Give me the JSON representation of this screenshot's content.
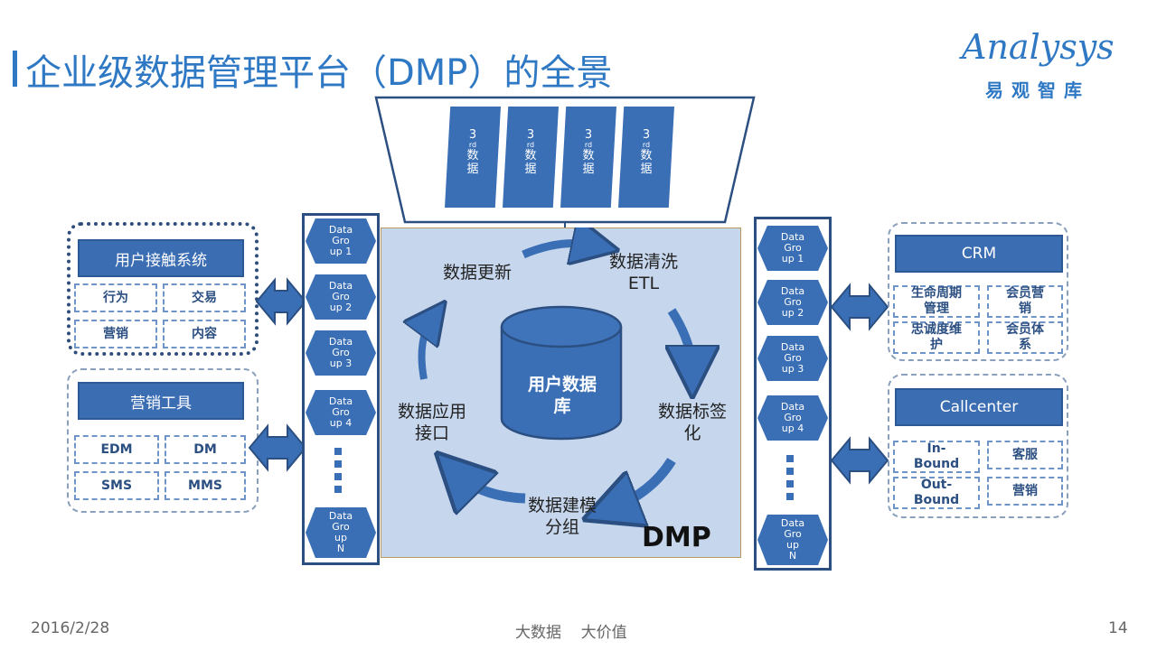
{
  "title": "企业级数据管理平台（DMP）的全景",
  "logo": {
    "en": "Analysys",
    "cn": "易观智库"
  },
  "third_party": {
    "items": [
      {
        "sup": "3",
        "sub": "rd",
        "l1": "数",
        "l2": "据"
      },
      {
        "sup": "3",
        "sub": "rd",
        "l1": "数",
        "l2": "据"
      },
      {
        "sup": "3",
        "sub": "rd",
        "l1": "数",
        "l2": "据"
      },
      {
        "sup": "3",
        "sub": "rd",
        "l1": "数",
        "l2": "据"
      }
    ]
  },
  "left_groups": {
    "touch": {
      "header": "用户接触系统",
      "cells": [
        "行为",
        "交易",
        "营销",
        "内容"
      ]
    },
    "marketing": {
      "header": "营销工具",
      "cells": [
        "EDM",
        "DM",
        "SMS",
        "MMS"
      ]
    }
  },
  "left_column": {
    "groups": [
      {
        "l1": "Data",
        "l2": "Gro",
        "l3": "up 1"
      },
      {
        "l1": "Data",
        "l2": "Gro",
        "l3": "up 2"
      },
      {
        "l1": "Data",
        "l2": "Gro",
        "l3": "up 3"
      },
      {
        "l1": "Data",
        "l2": "Gro",
        "l3": "up 4"
      }
    ],
    "last": {
      "l1": "Data",
      "l2": "Gro",
      "l3": "up",
      "l4": "N"
    }
  },
  "right_column": {
    "groups": [
      {
        "l1": "Data",
        "l2": "Gro",
        "l3": "up 1"
      },
      {
        "l1": "Data",
        "l2": "Gro",
        "l3": "up 2"
      },
      {
        "l1": "Data",
        "l2": "Gro",
        "l3": "up 3"
      },
      {
        "l1": "Data",
        "l2": "Gro",
        "l3": "up 4"
      }
    ],
    "last": {
      "l1": "Data",
      "l2": "Gro",
      "l3": "up",
      "l4": "N"
    }
  },
  "dmp": {
    "label": "DMP",
    "database": {
      "l1": "用户数据",
      "l2": "库"
    },
    "steps": {
      "update": "数据更新",
      "clean_l1": "数据清洗",
      "clean_l2": "ETL",
      "tag_l1": "数据标签",
      "tag_l2": "化",
      "model_l1": "数据建模",
      "model_l2": "分组",
      "api_l1": "数据应用",
      "api_l2": "接口"
    }
  },
  "right_groups": {
    "crm": {
      "header": "CRM",
      "cells": [
        {
          "l1": "生命周期",
          "l2": "管理"
        },
        {
          "l1": "会员营",
          "l2": "销"
        },
        {
          "l1": "忠诚度维",
          "l2": "护"
        },
        {
          "l1": "会员体",
          "l2": "系"
        }
      ]
    },
    "callcenter": {
      "header": "Callcenter",
      "cells": [
        {
          "l1": "In-",
          "l2": "Bound"
        },
        {
          "l1": "客服",
          "l2": ""
        },
        {
          "l1": "Out-",
          "l2": "Bound"
        },
        {
          "l1": "营销",
          "l2": ""
        }
      ]
    }
  },
  "footer": {
    "date": "2016/2/28",
    "slogan": "大数据    大价值",
    "page": "14"
  },
  "colors": {
    "accent": "#2f78c4",
    "box": "#3b6db3",
    "dmp_bg": "#c6d6ec"
  }
}
